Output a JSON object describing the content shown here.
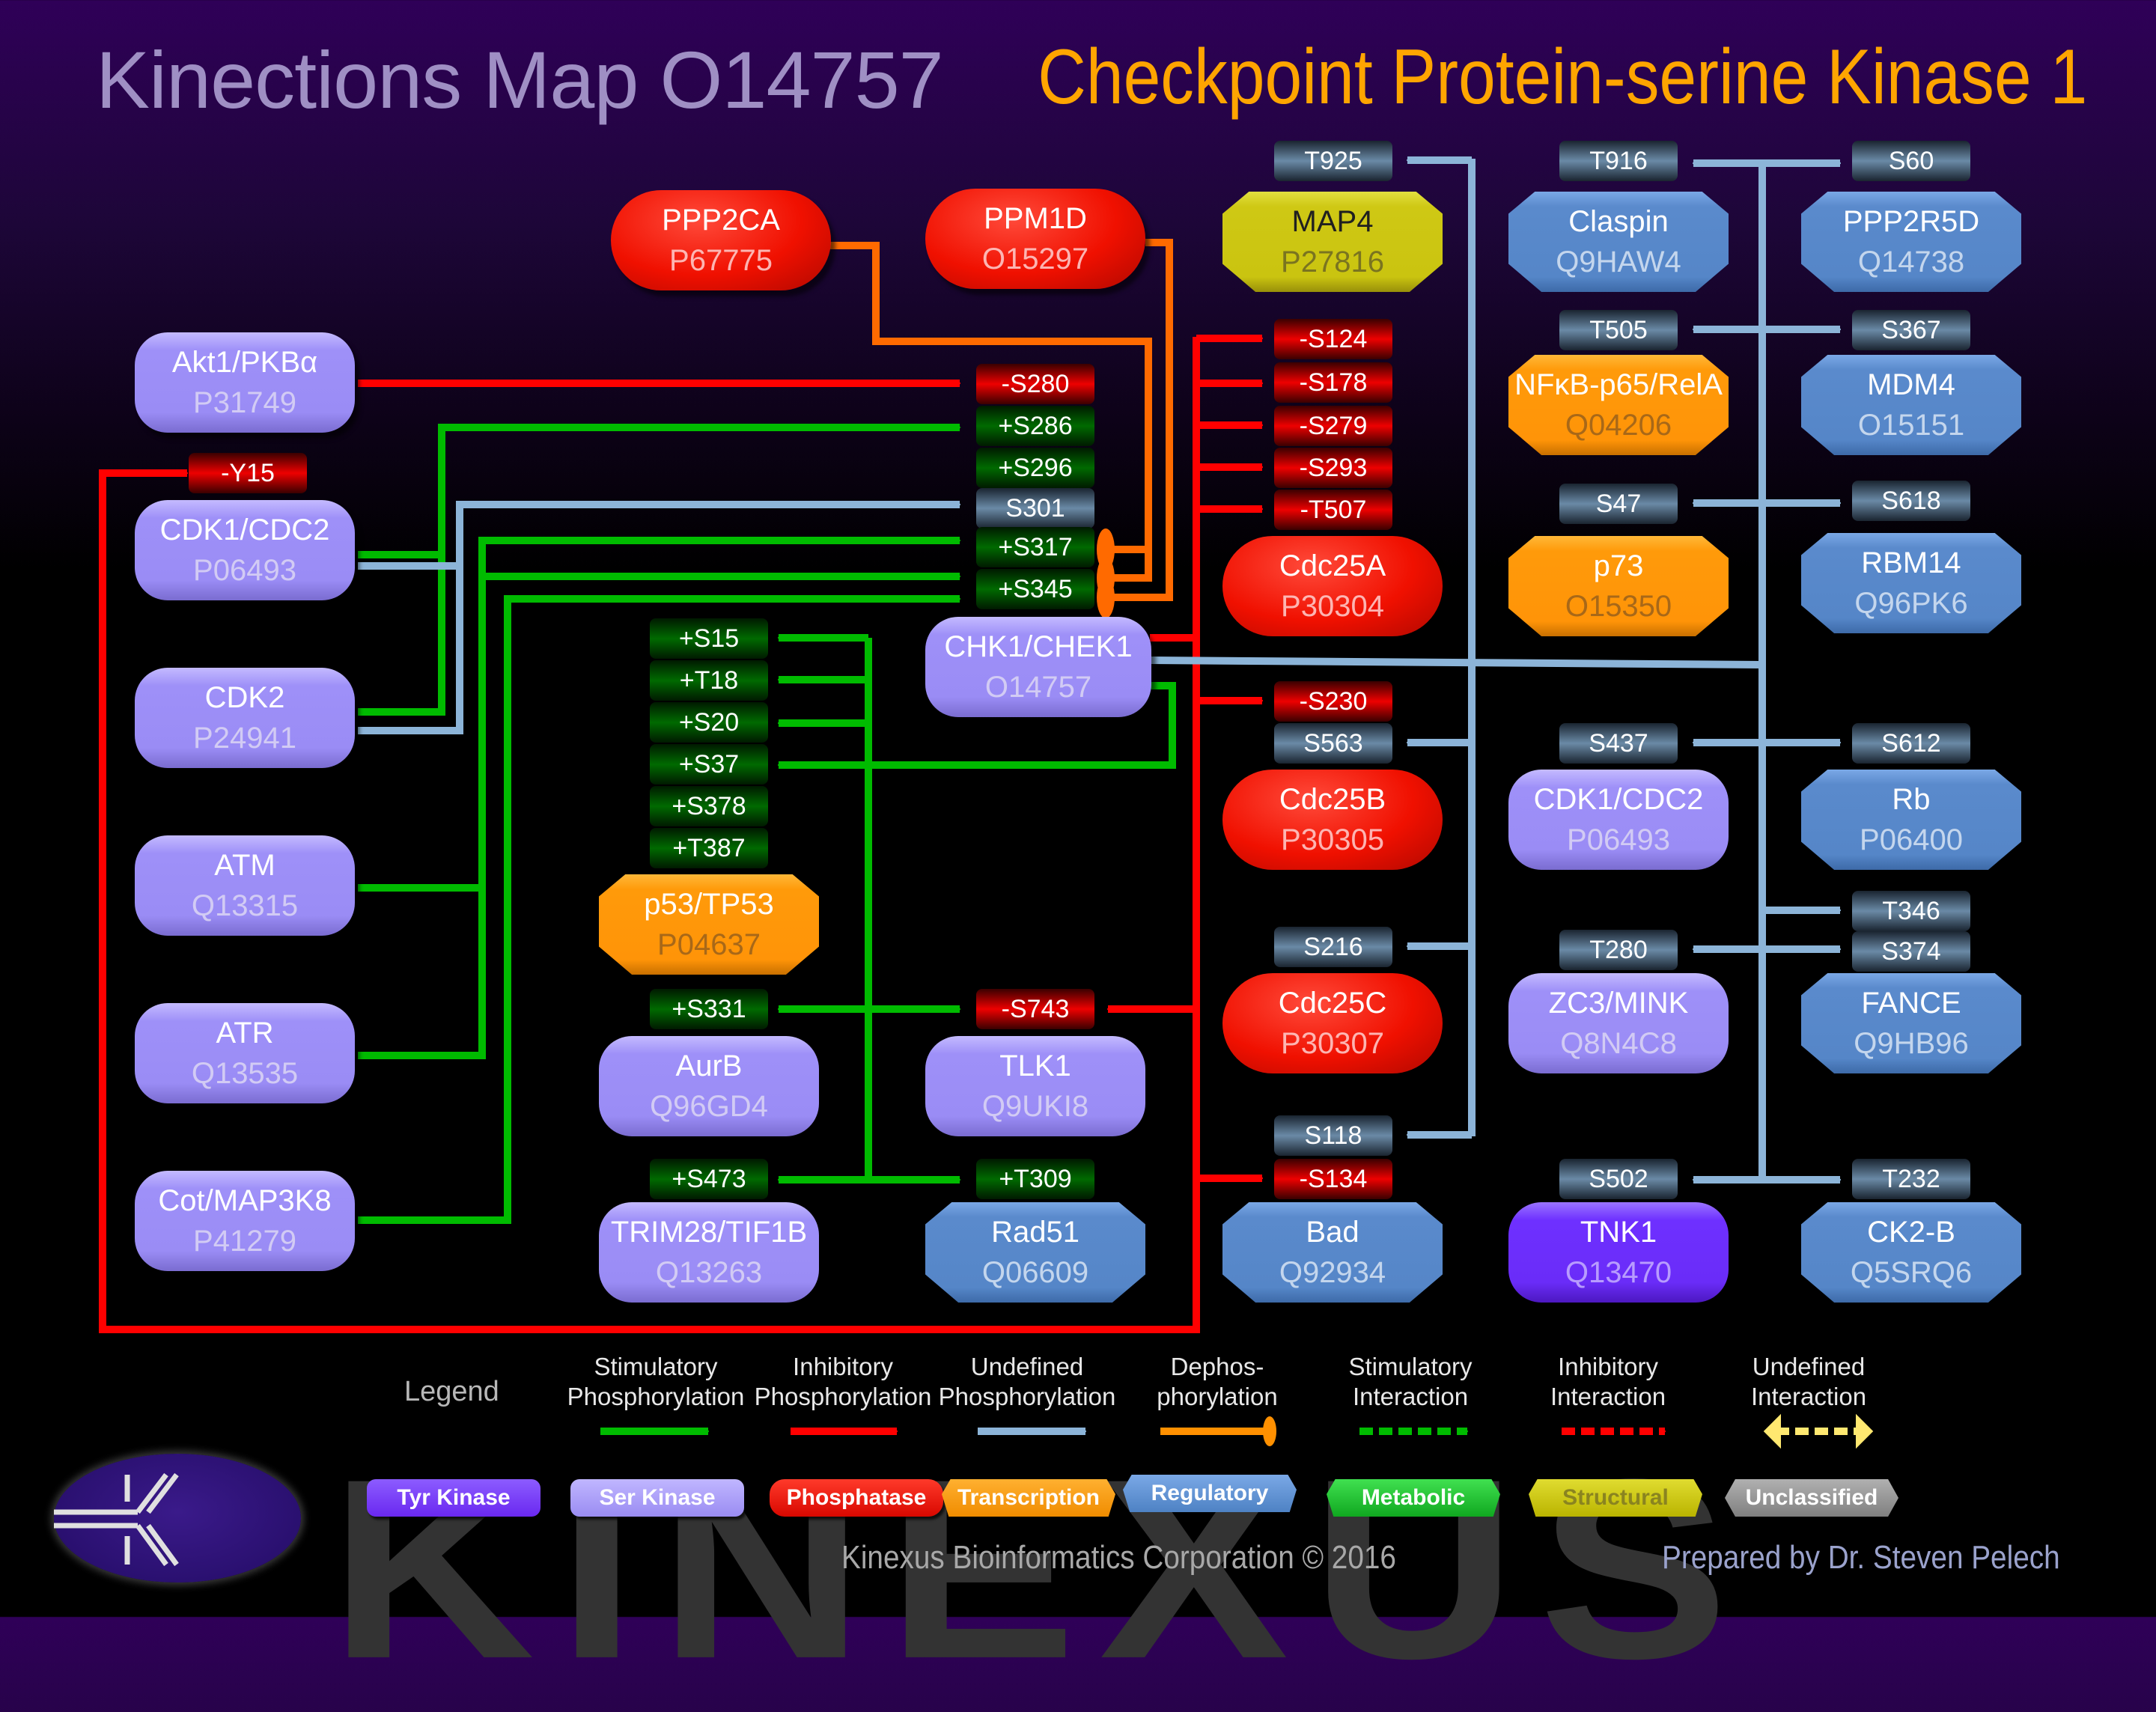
{
  "header": {
    "title": "Kinections Map O14757",
    "subtitle": "Checkpoint Protein-serine Kinase 1"
  },
  "colors": {
    "stimulatory": "#00bb00",
    "inhibitory": "#ff0000",
    "undefined": "#8cb4d8",
    "dephosphorylation": "#ff6a00",
    "title_accent": "#ffa500"
  },
  "nodes": {
    "akt1": {
      "name": "Akt1/PKBα",
      "accession": "P31749",
      "type": "Ser Kinase"
    },
    "cdk1_left": {
      "name": "CDK1/CDC2",
      "accession": "P06493",
      "type": "Ser Kinase"
    },
    "cdk2": {
      "name": "CDK2",
      "accession": "P24941",
      "type": "Ser Kinase"
    },
    "atm": {
      "name": "ATM",
      "accession": "Q13315",
      "type": "Ser Kinase"
    },
    "atr": {
      "name": "ATR",
      "accession": "Q13535",
      "type": "Ser Kinase"
    },
    "cot": {
      "name": "Cot/MAP3K8",
      "accession": "P41279",
      "type": "Ser Kinase"
    },
    "ppp2ca": {
      "name": "PPP2CA",
      "accession": "P67775",
      "type": "Phosphatase"
    },
    "ppm1d": {
      "name": "PPM1D",
      "accession": "O15297",
      "type": "Phosphatase"
    },
    "chk1": {
      "name": "CHK1/CHEK1",
      "accession": "O14757",
      "type": "Ser Kinase"
    },
    "p53": {
      "name": "p53/TP53",
      "accession": "P04637",
      "type": "Transcription"
    },
    "aurb": {
      "name": "AurB",
      "accession": "Q96GD4",
      "type": "Ser Kinase"
    },
    "tlk1": {
      "name": "TLK1",
      "accession": "Q9UKI8",
      "type": "Ser Kinase"
    },
    "trim28": {
      "name": "TRIM28/TIF1B",
      "accession": "Q13263",
      "type": "Ser Kinase"
    },
    "rad51": {
      "name": "Rad51",
      "accession": "Q06609",
      "type": "Regulatory"
    },
    "map4": {
      "name": "MAP4",
      "accession": "P27816",
      "type": "Structural"
    },
    "cdc25a": {
      "name": "Cdc25A",
      "accession": "P30304",
      "type": "Phosphatase"
    },
    "cdc25b": {
      "name": "Cdc25B",
      "accession": "P30305",
      "type": "Phosphatase"
    },
    "cdc25c": {
      "name": "Cdc25C",
      "accession": "P30307",
      "type": "Phosphatase"
    },
    "bad": {
      "name": "Bad",
      "accession": "Q92934",
      "type": "Regulatory"
    },
    "claspin": {
      "name": "Claspin",
      "accession": "Q9HAW4",
      "type": "Regulatory"
    },
    "nfkb": {
      "name": "NFκB-p65/RelA",
      "accession": "Q04206",
      "type": "Transcription"
    },
    "p73": {
      "name": "p73",
      "accession": "O15350",
      "type": "Transcription"
    },
    "cdk1_right": {
      "name": "CDK1/CDC2",
      "accession": "P06493",
      "type": "Ser Kinase"
    },
    "zc3": {
      "name": "ZC3/MINK",
      "accession": "Q8N4C8",
      "type": "Ser Kinase"
    },
    "tnk1": {
      "name": "TNK1",
      "accession": "Q13470",
      "type": "Tyr Kinase"
    },
    "ppp2r5d": {
      "name": "PPP2R5D",
      "accession": "Q14738",
      "type": "Regulatory"
    },
    "mdm4": {
      "name": "MDM4",
      "accession": "O15151",
      "type": "Regulatory"
    },
    "rbm14": {
      "name": "RBM14",
      "accession": "Q96PK6",
      "type": "Regulatory"
    },
    "rb": {
      "name": "Rb",
      "accession": "P06400",
      "type": "Regulatory"
    },
    "fance": {
      "name": "FANCE",
      "accession": "Q9HB96",
      "type": "Regulatory"
    },
    "ck2b": {
      "name": "CK2-B",
      "accession": "Q5SRQ6",
      "type": "Regulatory"
    }
  },
  "sites": {
    "y15": "-Y15",
    "s280": "-S280",
    "s286": "+S286",
    "s296": "+S296",
    "s301": "S301",
    "s317": "+S317",
    "s345": "+S345",
    "p53_s15": "+S15",
    "p53_t18": "+T18",
    "p53_s20": "+S20",
    "p53_s37": "+S37",
    "p53_s378": "+S378",
    "p53_t387": "+T387",
    "aurb_s331": "+S331",
    "tlk1_s743": "-S743",
    "trim28_s473": "+S473",
    "rad51_t309": "+T309",
    "map4_t925": "T925",
    "cdc25a_s124": "-S124",
    "cdc25a_s178": "-S178",
    "cdc25a_s279": "-S279",
    "cdc25a_s293": "-S293",
    "cdc25a_t507": "-T507",
    "cdc25b_s230": "-S230",
    "cdc25b_s563": "S563",
    "cdc25c_s216": "S216",
    "bad_s118": "S118",
    "bad_s134": "-S134",
    "claspin_t916": "T916",
    "nfkb_t505": "T505",
    "p73_s47": "S47",
    "cdk1_s437": "S437",
    "zc3_t280": "T280",
    "tnk1_s502": "S502",
    "ppp2r5d_s60": "S60",
    "mdm4_s367": "S367",
    "rbm14_s618": "S618",
    "rb_s612": "S612",
    "fance_t346": "T346",
    "fance_s374": "S374",
    "ck2b_t232": "T232"
  },
  "legend": {
    "title": "Legend",
    "edges": [
      {
        "label": "Stimulatory\nPhosphorylation",
        "kind": "stim-phos"
      },
      {
        "label": "Inhibitory\nPhosphorylation",
        "kind": "inhib-phos"
      },
      {
        "label": "Undefined\nPhosphorylation",
        "kind": "undef-phos"
      },
      {
        "label": "Dephos-\nphorylation",
        "kind": "dephos"
      },
      {
        "label": "Stimulatory\nInteraction",
        "kind": "stim-int"
      },
      {
        "label": "Inhibitory\nInteraction",
        "kind": "inhib-int"
      },
      {
        "label": "Undefined\nInteraction",
        "kind": "undef-int"
      }
    ],
    "categories": [
      "Tyr Kinase",
      "Ser Kinase",
      "Phosphatase",
      "Transcription",
      "Regulatory",
      "Metabolic",
      "Structural",
      "Unclassified"
    ]
  },
  "footer": {
    "watermark": "KINEXUS",
    "copyright": "Kinexus Bioinformatics Corporation © 2016",
    "prepared_by": "Prepared by Dr. Steven Pelech"
  }
}
